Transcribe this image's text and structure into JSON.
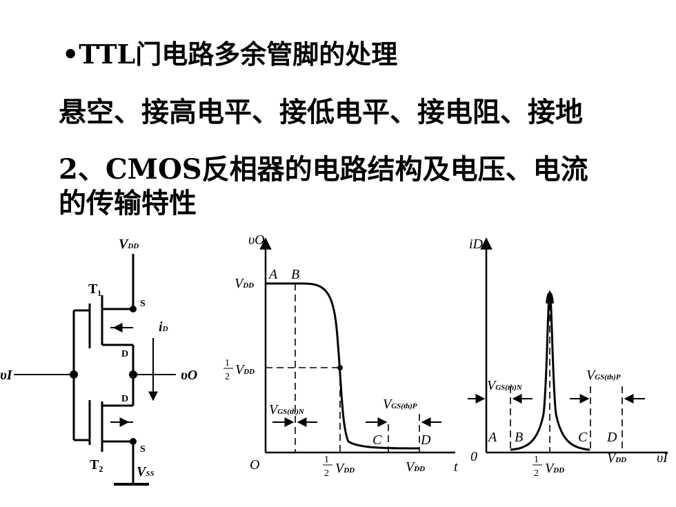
{
  "text": {
    "line1": "•TTL门电路多余管脚的处理",
    "line2": "悬空、接高电平、接低电平、接电阻、接地",
    "line3": "2、CMOS反相器的电路结构及电压、电流",
    "line4": "的传输特性"
  },
  "circuit": {
    "vdd": "V",
    "vdd_sub": "DD",
    "t1": "T₁",
    "t2": "T₂",
    "s": "S",
    "d": "D",
    "id": "i",
    "id_sub": "D",
    "vi": "υI",
    "vo": "υO",
    "vss": "V",
    "vss_sub": "SS"
  },
  "vtc": {
    "ylabel": "υO",
    "origin": "O",
    "xlabel_t": "t",
    "vdd_y": "V",
    "vdd_y_sub": "DD",
    "half_num": "1",
    "half_den": "2",
    "half_v": "V",
    "half_sub": "DD",
    "vdd_x": "V",
    "vdd_x_sub": "DD",
    "a": "A",
    "b": "B",
    "c": "C",
    "dd": "D",
    "vgsn": "V",
    "vgsn_sub": "GS(th)N",
    "vgsp": "V",
    "vgsp_sub": "GS(th)P"
  },
  "ctc": {
    "ylabel": "iD",
    "origin": "0",
    "xlabel": "υI",
    "vgsn": "V",
    "vgsn_sub": "GS(th)N",
    "vgsp": "V",
    "vgsp_sub": "GS(th)P",
    "a": "A",
    "b": "B",
    "c": "C",
    "dd": "D",
    "half_num": "1",
    "half_den": "2",
    "half_v": "V",
    "half_sub": "DD",
    "vdd_x": "V",
    "vdd_x_sub": "DD"
  }
}
